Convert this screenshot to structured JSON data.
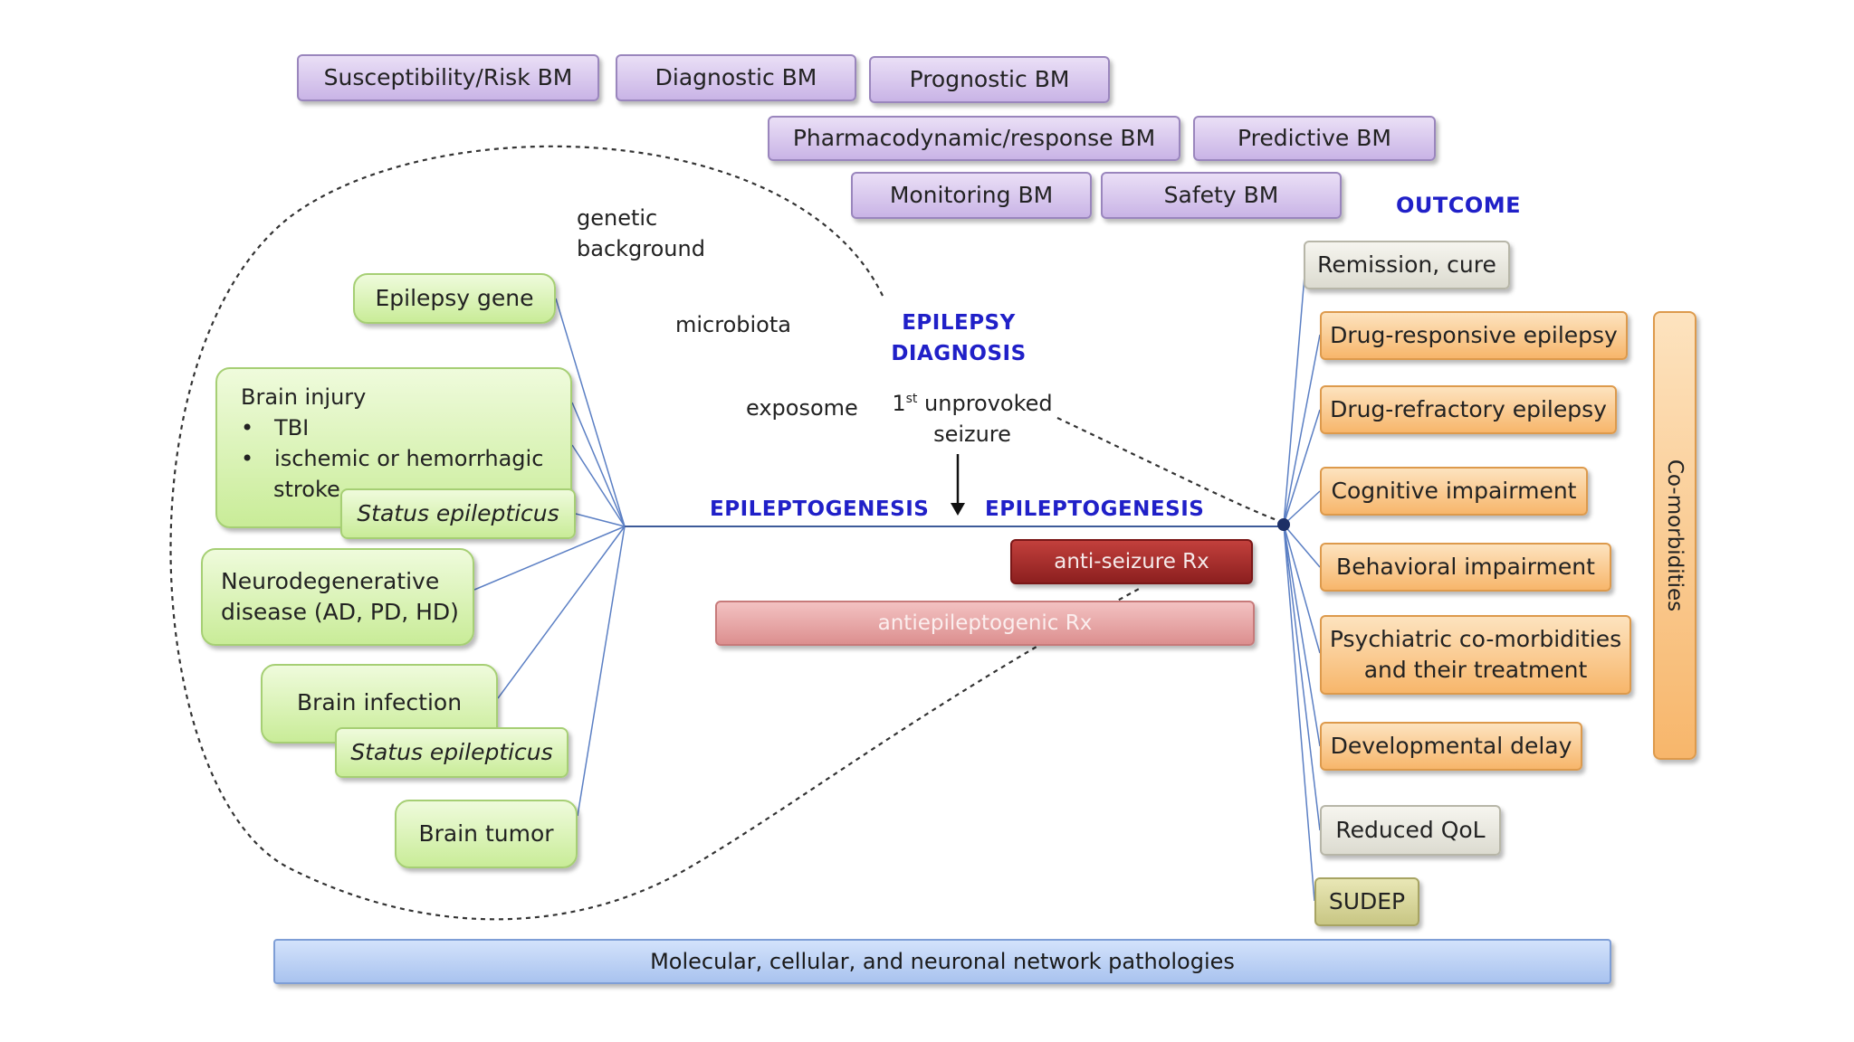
{
  "biomarkers": {
    "susceptibility": "Susceptibility/Risk BM",
    "diagnostic": "Diagnostic BM",
    "prognostic": "Prognostic BM",
    "pharmacodynamic": "Pharmacodynamic/response  BM",
    "predictive": "Predictive BM",
    "monitoring": "Monitoring  BM",
    "safety": "Safety BM"
  },
  "outcome_title": "OUTCOME",
  "factors": {
    "genetic_line1": "genetic",
    "genetic_line2": "background",
    "microbiota": "microbiota",
    "exposome": "exposome"
  },
  "diagnosis": {
    "line1": "EPILEPSY",
    "line2": "DIAGNOSIS",
    "seizure_sup": "st",
    "seizure_num": "1",
    "seizure_line1": " unprovoked",
    "seizure_line2": "seizure"
  },
  "epileptogenesis_left": "EPILEPTOGENESIS",
  "epileptogenesis_right": "EPILEPTOGENESIS",
  "causes": {
    "epilepsy_gene": "Epilepsy gene",
    "brain_injury_title": "Brain injury",
    "brain_injury_bullet1": "TBI",
    "brain_injury_bullet2": "ischemic or  hemorrhagic",
    "brain_injury_bullet2b": "stroke",
    "status_epilepticus_1": "Status epilepticus",
    "neurodegenerative_line1": "Neurodegenerative",
    "neurodegenerative_line2": "disease (AD, PD, HD)",
    "brain_infection": "Brain infection",
    "status_epilepticus_2": "Status epilepticus",
    "brain_tumor": "Brain tumor"
  },
  "treatments": {
    "anti_seizure": "anti-seizure Rx",
    "antiepileptogenic": "antiepileptogenic Rx"
  },
  "outcomes": {
    "remission": "Remission, cure",
    "drug_responsive": "Drug-responsive epilepsy",
    "drug_refractory": "Drug-refractory epilepsy",
    "cognitive": "Cognitive impairment",
    "behavioral": "Behavioral impairment",
    "psychiatric_line1": "Psychiatric co-morbidities",
    "psychiatric_line2": "and their treatment",
    "developmental": "Developmental delay",
    "reduced_qol": "Reduced QoL",
    "sudep": "SUDEP"
  },
  "comorbidities": "Co-morbidities",
  "pathologies": "Molecular, cellular, and neuronal network pathologies",
  "colors": {
    "bm_purple": "#c9b4e6",
    "cause_green": "#c9ec98",
    "outcome_orange": "#f7b66b",
    "anti_seizure_red": "#a52a2a",
    "antiepileptogenic_pink": "#e29a9a",
    "pathology_blue": "#a9c3ef",
    "label_blue": "#2020c8",
    "connector_blue": "#5b7fc4"
  }
}
